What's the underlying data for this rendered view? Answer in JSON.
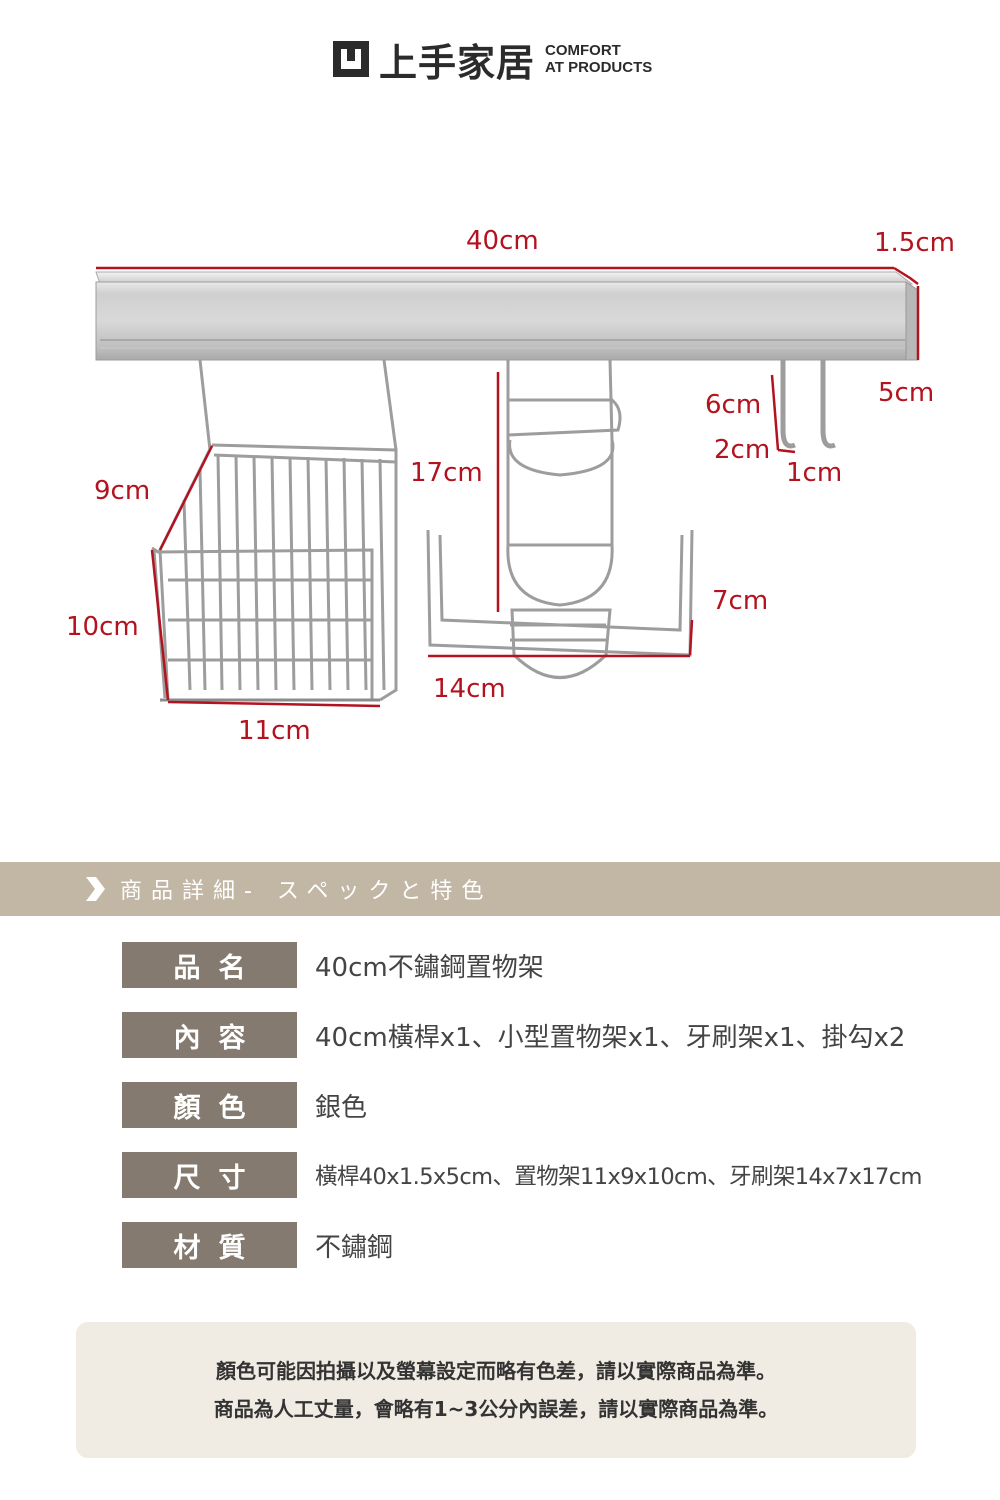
{
  "brand": {
    "name_cn": "上手家居",
    "name_en_line1": "COMFORT",
    "name_en_line2": "AT PRODUCTS"
  },
  "diagram": {
    "dimensions": {
      "bar_length": "40cm",
      "bar_depth": "1.5cm",
      "bar_height": "5cm",
      "hook_length": "6cm",
      "hook_bend": "2cm",
      "hook_tip": "1cm",
      "holder_height": "17cm",
      "holder_depth": "7cm",
      "holder_width": "14cm",
      "basket_depth": "9cm",
      "basket_height": "10cm",
      "basket_width": "11cm"
    }
  },
  "section": {
    "title": "商品詳細- スペックと特色"
  },
  "specs": [
    {
      "label": "品名",
      "value": "40cm不鏽鋼置物架"
    },
    {
      "label": "內容",
      "value": "40cm橫桿x1、小型置物架x1、牙刷架x1、掛勾x2"
    },
    {
      "label": "顏色",
      "value": "銀色"
    },
    {
      "label": "尺寸",
      "value": "橫桿40x1.5x5cm、置物架11x9x10cm、牙刷架14x7x17cm"
    },
    {
      "label": "材質",
      "value": "不鏽鋼"
    }
  ],
  "note": {
    "line1": "顏色可能因拍攝以及螢幕設定而略有色差，請以實際商品為準。",
    "line2": "商品為人工丈量，會略有1~3公分內誤差，請以實際商品為準。"
  },
  "colors": {
    "dimension_red": "#b3121f",
    "section_bar": "#c2b6a5",
    "label_bg": "#847a70",
    "note_bg": "#f0ebe3"
  }
}
